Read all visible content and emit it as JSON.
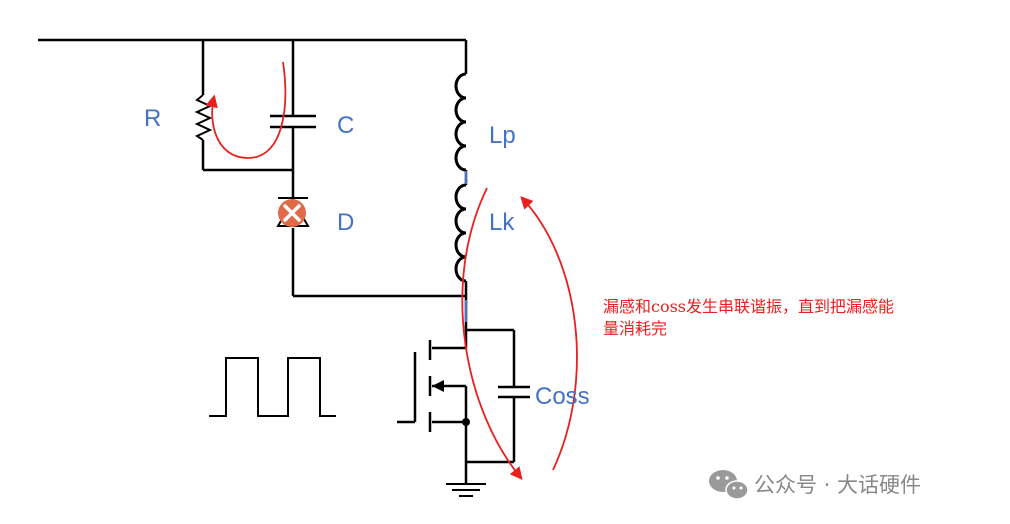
{
  "labels": {
    "r": "R",
    "c": "C",
    "d": "D",
    "lp": "Lp",
    "lk": "Lk",
    "coss": "Coss"
  },
  "annotation": {
    "line1": "漏感和coss发生串联谐振，直到把漏感能",
    "line2": "量消耗完"
  },
  "watermark": {
    "text": "公众号 · 大话硬件",
    "icon": "wechat-icon"
  },
  "colors": {
    "wire": "#000000",
    "label": "#4472c4",
    "arrow": "#e8201e",
    "fault_mark": "#e06b4a",
    "watermark": "#888888"
  }
}
